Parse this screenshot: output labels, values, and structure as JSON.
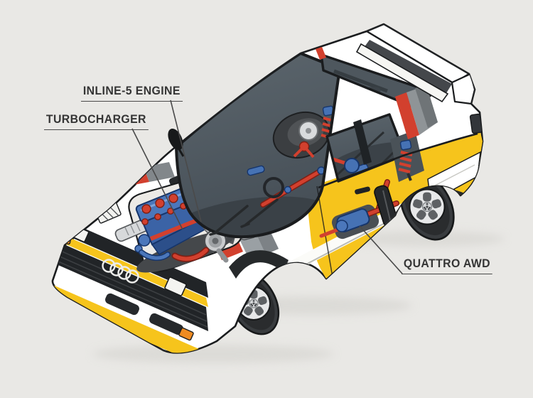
{
  "diagram": {
    "title_labels": {
      "engine": "INLINE-5 ENGINE",
      "turbo": "TURBOCHARGER",
      "awd": "QUATTRO AWD"
    },
    "colors": {
      "background": "#e9e8e5",
      "outline": "#1a1c1e",
      "body_white": "#ffffff",
      "livery_yellow": "#f6c41c",
      "livery_cream": "#f1e4bc",
      "accent_red": "#d2402e",
      "mechanical_blue": "#4672b4",
      "metal_gray": "#c3c5c8",
      "stripe_gray": "#9aa0a4",
      "glass": "#59636a",
      "tire": "#393c3f",
      "rim_silver": "#e7e8e9",
      "indicator_orange": "#ef8b22",
      "label_text": "#353535"
    }
  }
}
